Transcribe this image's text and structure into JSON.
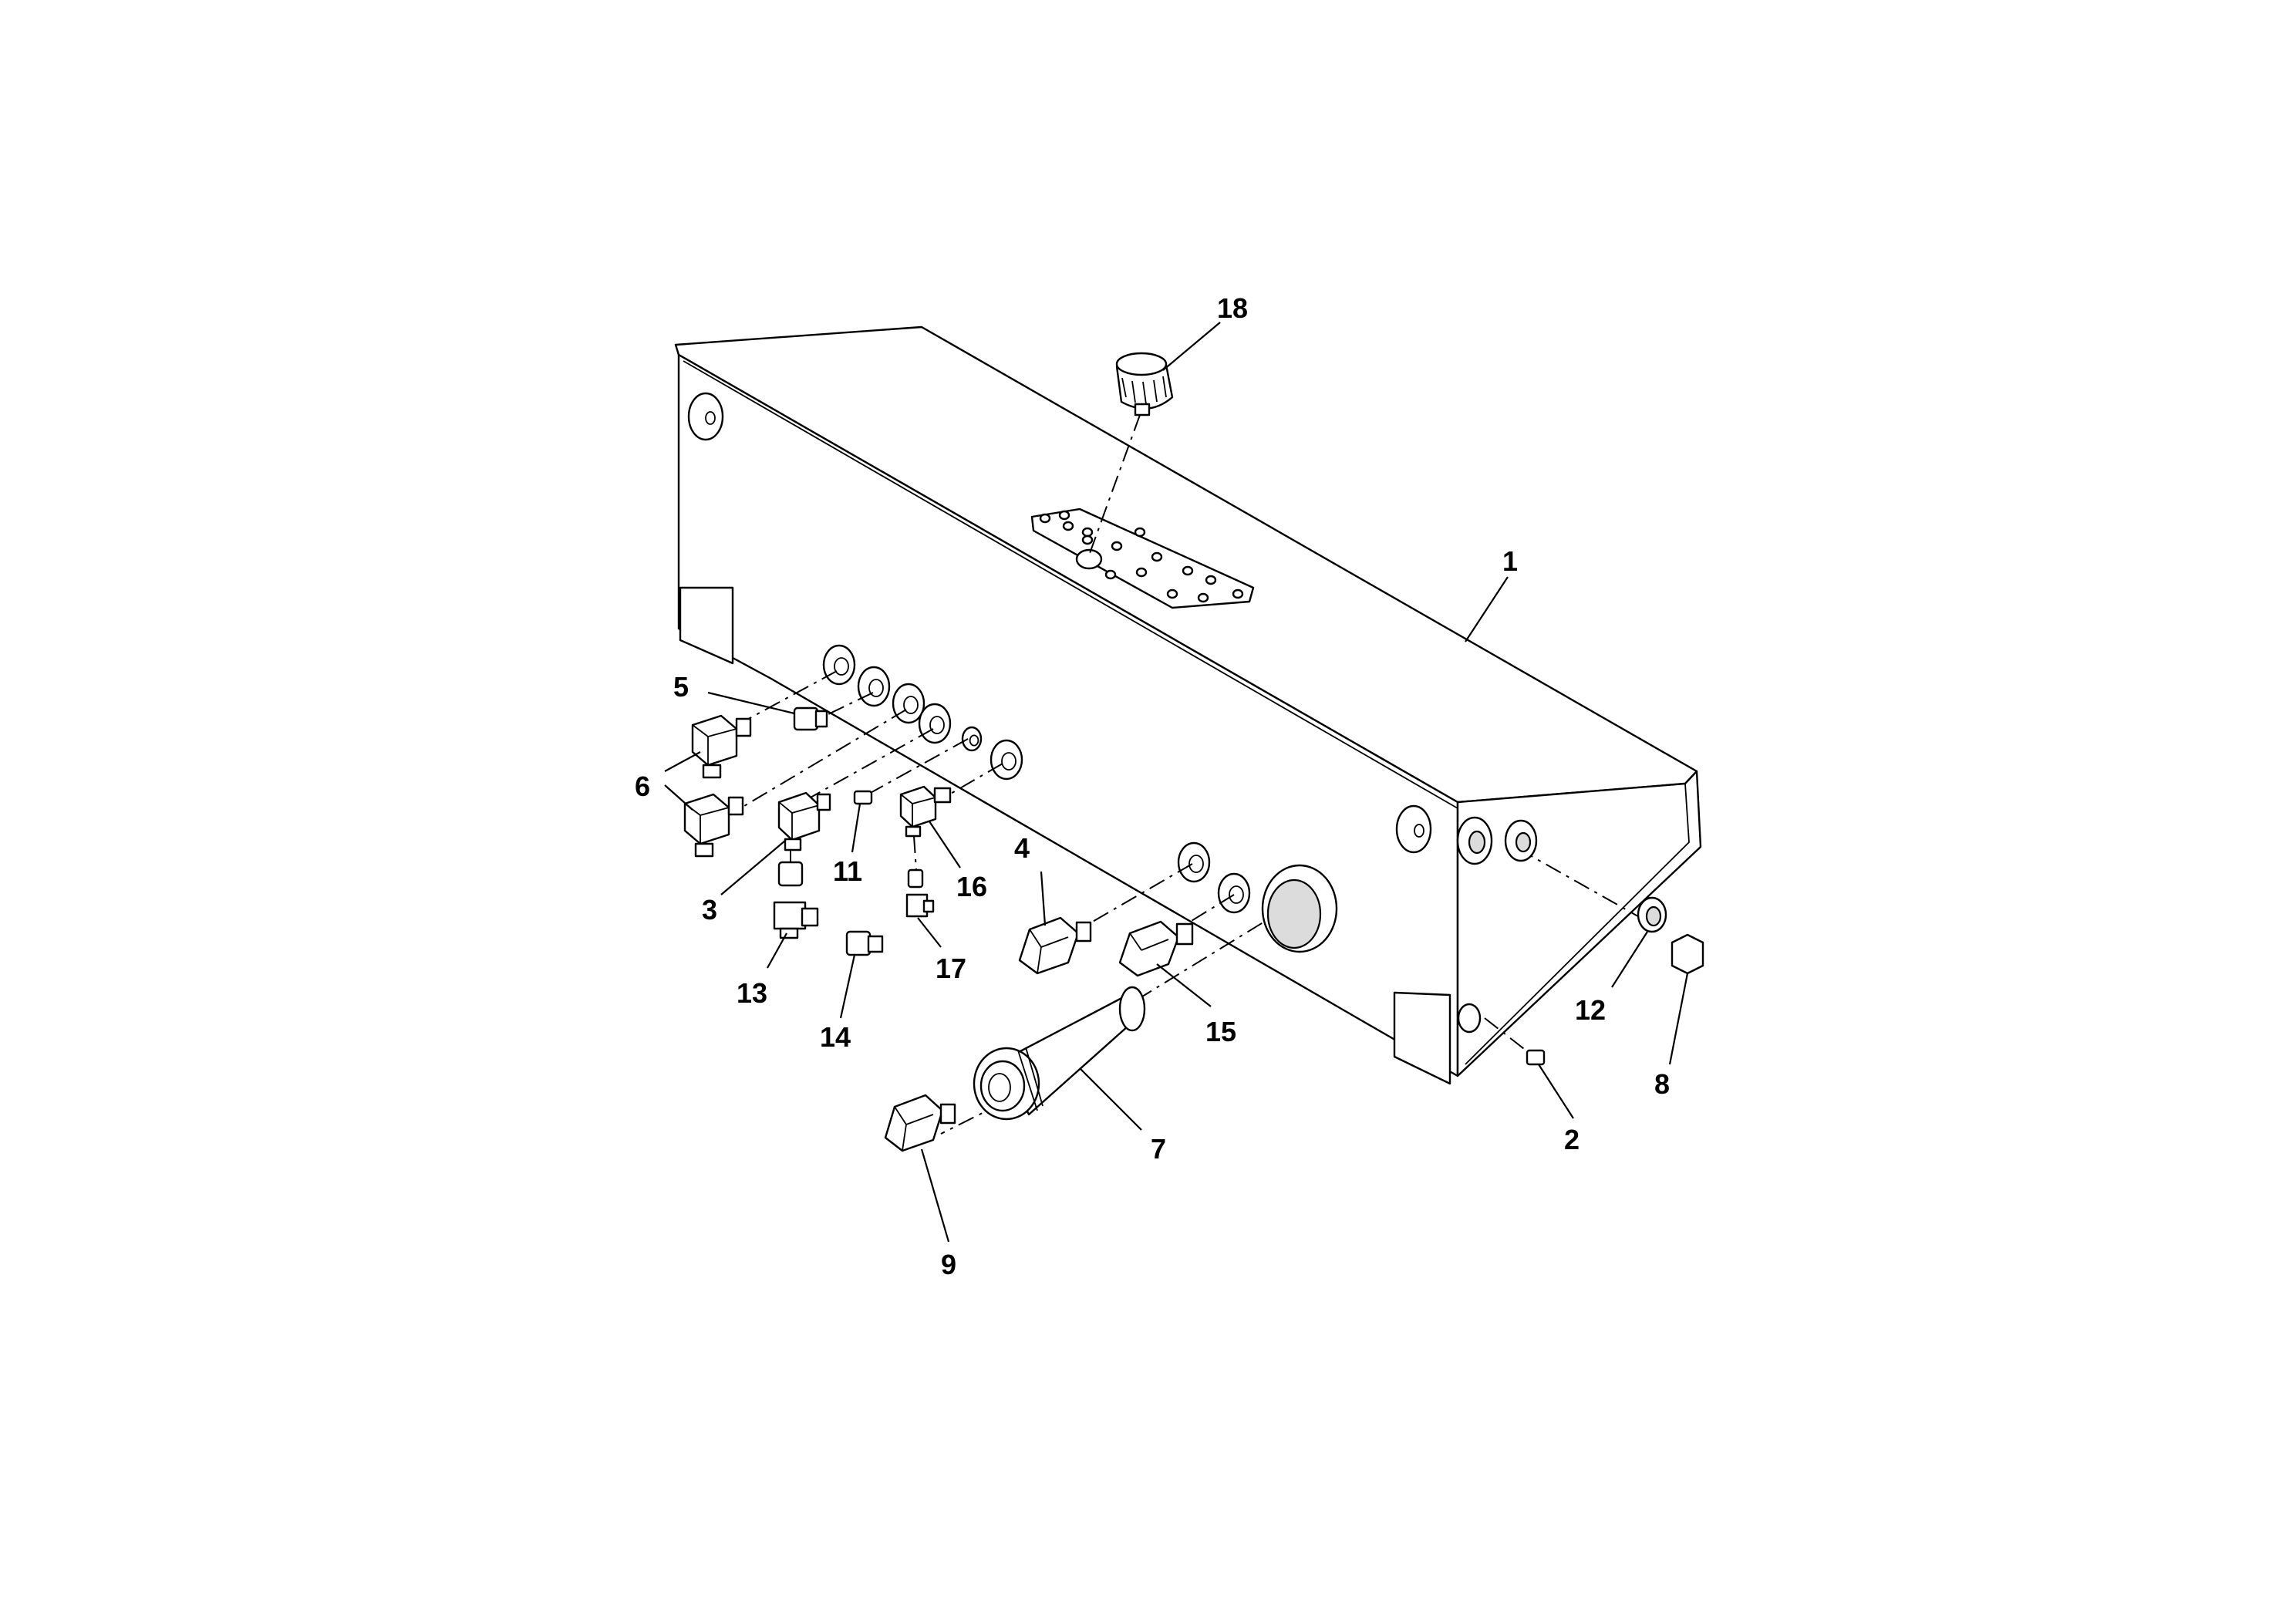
{
  "callouts": [
    {
      "id": "1",
      "label": "1"
    },
    {
      "id": "2",
      "label": "2"
    },
    {
      "id": "3",
      "label": "3"
    },
    {
      "id": "4",
      "label": "4"
    },
    {
      "id": "5",
      "label": "5"
    },
    {
      "id": "6",
      "label": "6"
    },
    {
      "id": "7",
      "label": "7"
    },
    {
      "id": "8",
      "label": "8"
    },
    {
      "id": "9",
      "label": "9"
    },
    {
      "id": "11",
      "label": "11"
    },
    {
      "id": "12",
      "label": "12"
    },
    {
      "id": "13",
      "label": "13"
    },
    {
      "id": "14",
      "label": "14"
    },
    {
      "id": "15",
      "label": "15"
    },
    {
      "id": "16",
      "label": "16"
    },
    {
      "id": "17",
      "label": "17"
    },
    {
      "id": "18",
      "label": "18"
    }
  ]
}
